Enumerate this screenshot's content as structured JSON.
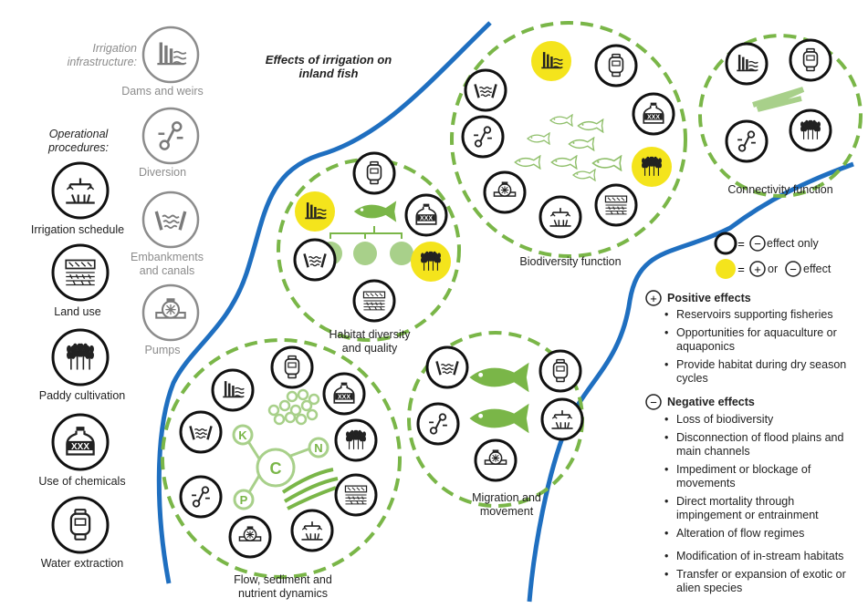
{
  "title": "Effects of irrigation on inland fish",
  "left": {
    "infra_heading": "Irrigation infrastructure:",
    "ops_heading": "Operational procedures:",
    "infra_items": [
      {
        "label": "Dams and weirs",
        "icon": "dam-icon"
      },
      {
        "label": "Diversion",
        "icon": "diversion-icon"
      },
      {
        "label": "Embankments and canals",
        "icon": "embankment-icon"
      },
      {
        "label": "Pumps",
        "icon": "pump-icon"
      }
    ],
    "ops_items": [
      {
        "label": "Irrigation schedule",
        "icon": "sprinkler-icon"
      },
      {
        "label": "Land use",
        "icon": "tractor-icon"
      },
      {
        "label": "Paddy cultivation",
        "icon": "paddy-icon"
      },
      {
        "label": "Use of chemicals",
        "icon": "chemical-icon"
      },
      {
        "label": "Water extraction",
        "icon": "meter-icon"
      }
    ]
  },
  "functions": [
    {
      "label": "Habitat diversity and quality"
    },
    {
      "label": "Biodiversity function"
    },
    {
      "label": "Connectivity function"
    },
    {
      "label": "Flow, sediment and nutrient dynamics"
    },
    {
      "label": "Migration and movement"
    }
  ],
  "nutrients": [
    "K",
    "C",
    "N",
    "P"
  ],
  "chemical_mark": "XXX",
  "legend": {
    "black_text": "effect only",
    "yellow_text_or": "or",
    "yellow_text_effect": "effect",
    "plus": "+",
    "minus": "−",
    "eq": "=",
    "yellow_color": "#f4e41c",
    "green_color": "#7ab648"
  },
  "positive": {
    "heading": "Positive effects",
    "items": [
      "Reservoirs supporting fisheries",
      "Opportunities for aquaculture or aquaponics",
      "Provide habitat during dry season cycles"
    ]
  },
  "negative": {
    "heading": "Negative effects",
    "items": [
      "Loss of biodiversity",
      "Disconnection of flood plains and main channels",
      "Impediment or blockage of movements",
      "Direct mortality through impingement or entrainment",
      "Alteration of flow regimes",
      "Modification of in-stream habitats",
      "Transfer or expansion of exotic or alien species"
    ]
  }
}
